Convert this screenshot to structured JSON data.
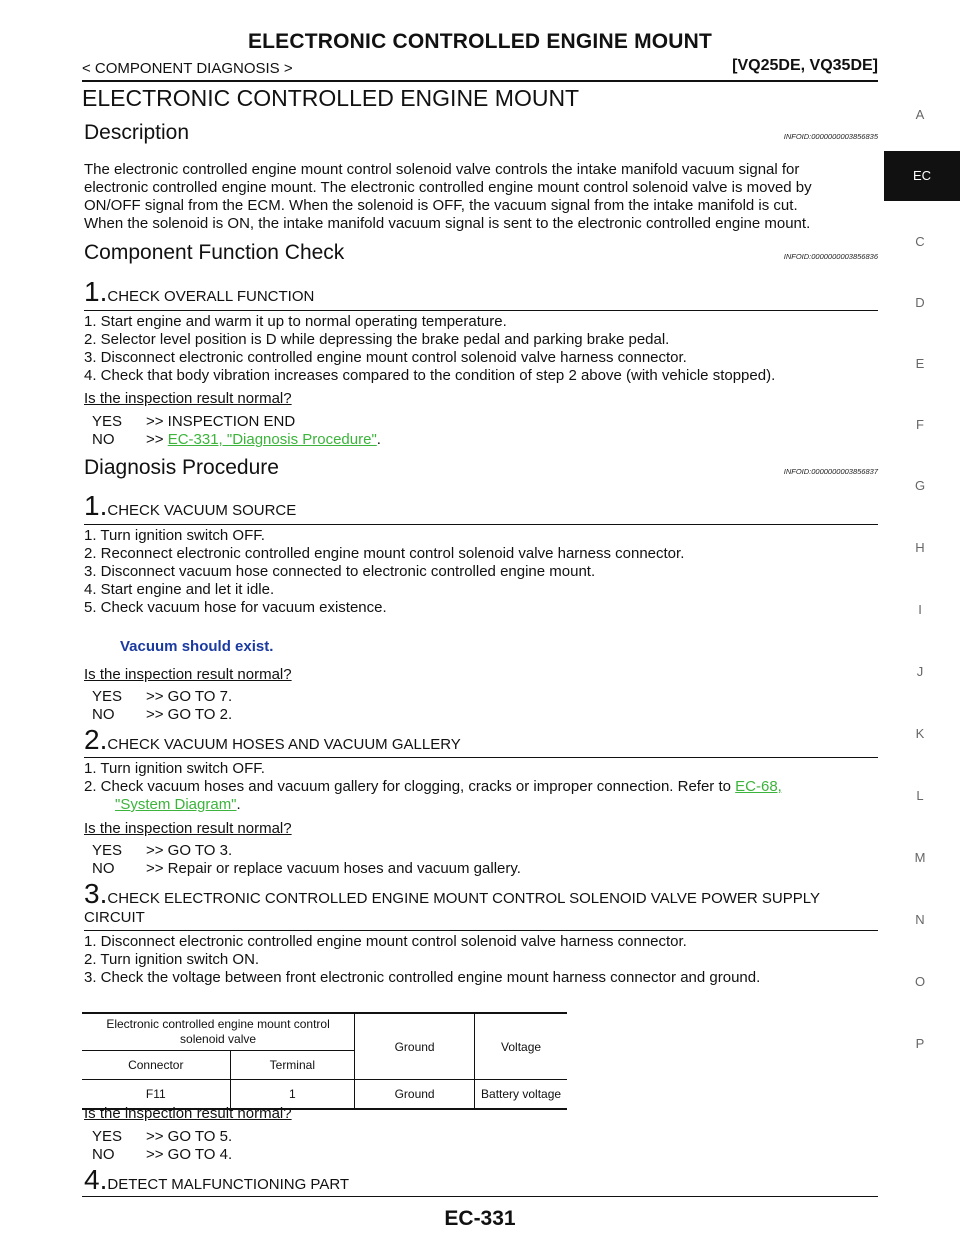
{
  "header": {
    "title": "ELECTRONIC CONTROLLED ENGINE MOUNT",
    "section": "< COMPONENT DIAGNOSIS >",
    "model": "[VQ25DE, VQ35DE]"
  },
  "page_title": "ELECTRONIC CONTROLLED ENGINE MOUNT",
  "description": {
    "heading": "Description",
    "infoid": "INFOID:0000000003856835",
    "lines": [
      "The electronic controlled engine mount control solenoid valve controls the intake manifold vacuum signal for",
      "electronic controlled engine mount. The electronic controlled engine mount control solenoid valve is moved by",
      "ON/OFF signal from the ECM. When the solenoid is OFF, the vacuum signal from the intake manifold is cut.",
      "When the solenoid is ON, the intake manifold vacuum signal is sent to the electronic controlled engine mount."
    ]
  },
  "cfc": {
    "heading": "Component Function Check",
    "infoid": "INFOID:0000000003856836",
    "step1_num": "1.",
    "step1_title": "CHECK OVERALL FUNCTION",
    "items": [
      "1.   Start engine and warm it up to normal operating temperature.",
      "2.   Selector level position is D while depressing the brake pedal and parking brake pedal.",
      "3.   Disconnect electronic controlled engine mount control solenoid valve harness connector.",
      "4.   Check that body vibration increases compared to the condition of step 2 above (with vehicle stopped)."
    ],
    "question": "Is the inspection result normal?",
    "yes_code": "YES",
    "yes_text": ">> INSPECTION END",
    "no_code": "NO",
    "no_prefix": ">> ",
    "no_link": "EC-331, \"Diagnosis Procedure\"",
    "no_suffix": "."
  },
  "dp": {
    "heading": "Diagnosis Procedure",
    "infoid": "INFOID:0000000003856837",
    "step1_num": "1.",
    "step1_title": "CHECK VACUUM SOURCE",
    "step1_items": [
      "1.   Turn ignition switch OFF.",
      "2.   Reconnect electronic controlled engine mount control solenoid valve harness connector.",
      "3.   Disconnect vacuum hose connected to electronic controlled engine mount.",
      "4.   Start engine and let it idle.",
      "5.   Check vacuum hose for vacuum existence."
    ],
    "step1_spec": "Vacuum should exist.",
    "q1": "Is the inspection result normal?",
    "s1_yes_code": "YES",
    "s1_yes_text": ">> GO TO 7.",
    "s1_no_code": "NO",
    "s1_no_text": ">> GO TO 2.",
    "step2_num": "2.",
    "step2_title": "CHECK VACUUM HOSES AND VACUUM GALLERY",
    "step2_item1": "1.   Turn ignition switch OFF.",
    "step2_item2": "2.   Check vacuum hoses and vacuum gallery for clogging, cracks or improper connection. Refer to ",
    "step2_link1": "EC-68,",
    "step2_link2": "\"System Diagram\"",
    "step2_suffix": ".",
    "q2": "Is the inspection result normal?",
    "s2_yes_code": "YES",
    "s2_yes_text": ">> GO TO 3.",
    "s2_no_code": "NO",
    "s2_no_text": ">> Repair or replace vacuum hoses and vacuum gallery.",
    "step3_num": "3.",
    "step3_title_a": "CHECK ELECTRONIC CONTROLLED ENGINE MOUNT CONTROL SOLENOID VALVE POWER SUPPLY",
    "step3_title_b": "CIRCUIT",
    "step3_items": [
      "1.   Disconnect electronic controlled engine mount control solenoid valve harness connector.",
      "2.   Turn ignition switch ON.",
      "3.   Check the voltage between front electronic controlled engine mount harness connector and ground."
    ],
    "table": {
      "h_main": "Electronic controlled engine mount control solenoid valve",
      "h_ground": "Ground",
      "h_voltage": "Voltage",
      "h_connector": "Connector",
      "h_terminal": "Terminal",
      "r_connector": "F11",
      "r_terminal": "1",
      "r_ground": "Ground",
      "r_voltage": "Battery voltage"
    },
    "q3": "Is the inspection result normal?",
    "s3_yes_code": "YES",
    "s3_yes_text": ">> GO TO 5.",
    "s3_no_code": "NO",
    "s3_no_text": ">> GO TO 4.",
    "step4_num": "4.",
    "step4_title": "DETECT MALFUNCTIONING PART"
  },
  "side_tabs": [
    "A",
    "EC",
    "C",
    "D",
    "E",
    "F",
    "G",
    "H",
    "I",
    "J",
    "K",
    "L",
    "M",
    "N",
    "O",
    "P"
  ],
  "active_tab": "EC",
  "page_number": "EC-331"
}
